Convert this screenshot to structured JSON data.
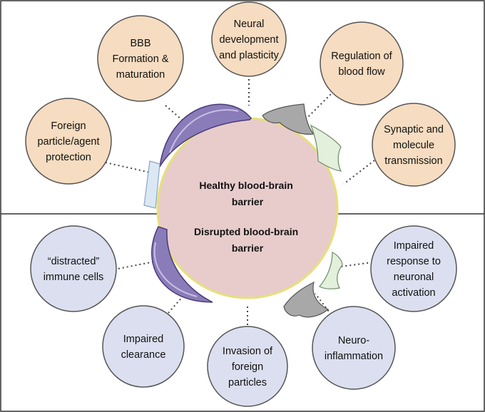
{
  "healthy": {
    "title_lines": [
      "Healthy blood-brain",
      "barrier"
    ],
    "bubbles": [
      {
        "id": "bbb-formation",
        "lines": [
          "BBB",
          "Formation &",
          "maturation"
        ]
      },
      {
        "id": "neural-development",
        "lines": [
          "Neural",
          "development",
          "and plasticity"
        ]
      },
      {
        "id": "blood-flow",
        "lines": [
          "Regulation of",
          "blood flow"
        ]
      },
      {
        "id": "foreign-protection",
        "lines": [
          "Foreign",
          "particle/agent",
          "protection"
        ]
      },
      {
        "id": "synaptic-transmission",
        "lines": [
          "Synaptic and",
          "molecule",
          "transmission"
        ]
      }
    ]
  },
  "disrupted": {
    "title_lines": [
      "Disrupted blood-brain",
      "barrier"
    ],
    "bubbles": [
      {
        "id": "distracted-immune",
        "lines": [
          "“distracted”",
          "immune cells"
        ]
      },
      {
        "id": "impaired-response",
        "lines": [
          "Impaired",
          "response to",
          "neuronal",
          "activation"
        ]
      },
      {
        "id": "impaired-clearance",
        "lines": [
          "Impaired",
          "clearance"
        ]
      },
      {
        "id": "invasion-foreign",
        "lines": [
          "Invasion of",
          "foreign",
          "particles"
        ]
      },
      {
        "id": "neuroinflammation",
        "lines": [
          "Neuro-",
          "inflammation"
        ]
      }
    ]
  },
  "colors": {
    "healthy_fill": "#f6dcc0",
    "disrupted_fill": "#dcdff0",
    "vessel_fill": "#e8cccc",
    "vessel_stroke": "#e6e07a",
    "endothelial_fill": "#8a7cb8",
    "pericyte_fill": "#a8a8a8",
    "astrocyte_fill": "#e2f0dc",
    "blue_cell_fill": "#dbe8f4"
  }
}
